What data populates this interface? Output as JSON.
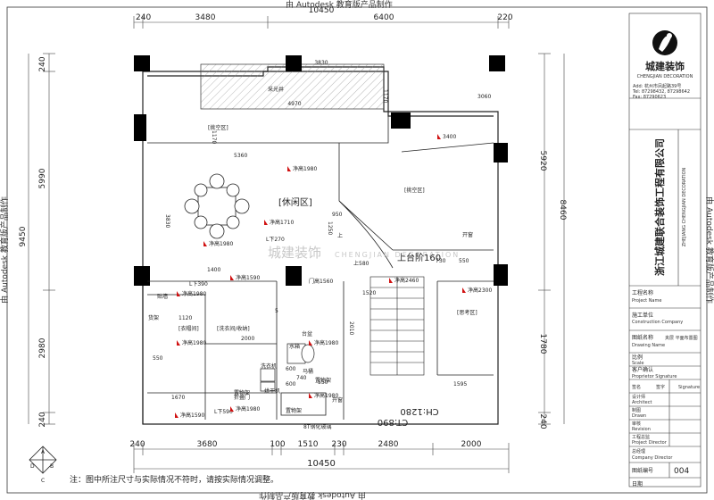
{
  "watermark": "由 Autodesk 教育版产品制作",
  "note": "注：图中所注尺寸与实际情况不符时，请按实际情况调整。",
  "dims": {
    "top": [
      "240",
      "3480",
      "10450",
      "6400",
      "220"
    ],
    "bottom_a": [
      "240",
      "3680",
      "100",
      "1510",
      "230",
      "2480",
      "2000"
    ],
    "bottom_total": "10450",
    "left": [
      "240",
      "5990",
      "9450",
      "2980",
      "240"
    ],
    "right": [
      "5920",
      "8460",
      "1780",
      "240"
    ],
    "inner": [
      "3830",
      "4970",
      "1170",
      "3060",
      "5360",
      "3830",
      "1400",
      "1120",
      "2000",
      "1670",
      "550",
      "2010",
      "1595",
      "1250",
      "1520",
      "730",
      "550",
      "950",
      "550",
      "600",
      "600",
      "740",
      "5",
      "1170"
    ]
  },
  "rooms": {
    "leisure": "[休闲区]",
    "void1": "[挑空区]",
    "void2": "[挑空区]",
    "laundry": "[洗衣间/收纳]",
    "cloakroom": "[衣帽间]",
    "thinking": "[思考区]",
    "sunroom": "采光井",
    "stair_up": "上台阶160",
    "water_tank": "水箱",
    "counter": "台盆",
    "washer": "洗衣机",
    "dryer": "烘干机",
    "toilet": "马桶",
    "rack": "置物架",
    "rack2": "置物架",
    "rack3": "置物架",
    "shelf": "贴墙",
    "shelf2": "货架",
    "glass": "8T钢化玻璃",
    "open_window": "开窗",
    "open_door": "开窗",
    "fold_door": "折叠门",
    "lower_l": "L下390",
    "lower_l2": "L下270",
    "lower_l3": "L下590",
    "up_580": "上580",
    "up": "上",
    "gate": "门高1560"
  },
  "heights": [
    "净高1980",
    "净高1710",
    "净高1980",
    "净高1590",
    "净高2460",
    "净高2300",
    "净高1980",
    "净高1980",
    "净高1980",
    "净高1590",
    "净高1980",
    "净高1980"
  ],
  "mark_3400": "3400",
  "ct_labels": [
    "CT:890",
    "CH:1280"
  ],
  "logo": {
    "name": "城建装饰",
    "en": "CHENGJIAN DECORATION",
    "addr": "Add: 杭州市凤起路39号",
    "tel": "Tel: 87298432, 87298642",
    "fax": "Fax: 87290623"
  },
  "company": "浙江城建联合装饰工程有限公司",
  "company_en": "ZHEJIANG CHENGJIAN DECORATION",
  "title_block": [
    {
      "cn": "工程名称",
      "en": "Project Name",
      "val": ""
    },
    {
      "cn": "施工单位",
      "en": "Construction Company",
      "val": ""
    },
    {
      "cn": "图纸名称",
      "en": "Drawing Name",
      "val": "夹层 平面布置图"
    },
    {
      "cn": "比例",
      "en": "Scale",
      "val": ""
    },
    {
      "cn": "客户确认",
      "en": "Proprietor Signature",
      "val": ""
    }
  ],
  "sign_header": [
    "签名",
    "签字",
    "Signature"
  ],
  "signers": [
    {
      "cn": "设计师",
      "en": "Architect"
    },
    {
      "cn": "制图",
      "en": "Drawn"
    },
    {
      "cn": "审核",
      "en": "Revision"
    },
    {
      "cn": "工程总监",
      "en": "Project Director"
    },
    {
      "cn": "总经理",
      "en": "Company Director"
    }
  ],
  "drawing_no_label": "图纸编号",
  "drawing_no": "004",
  "date_label": "日期",
  "compass": [
    "A",
    "B",
    "C",
    "D"
  ],
  "center_wm": "城建装饰",
  "center_wm_en": "CHENGJIAN DECORATION",
  "colors": {
    "red": "#d01010",
    "line": "#222222",
    "hatch": "#777777"
  }
}
